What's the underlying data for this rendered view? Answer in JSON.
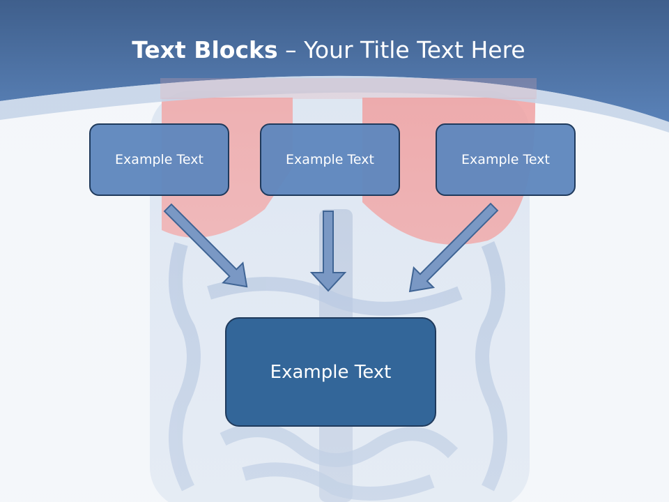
{
  "slide": {
    "title_bold": "Text Blocks",
    "title_separator": " – ",
    "title_rest": "Your Title Text Here"
  },
  "boxes": {
    "left": "Example Text",
    "center": "Example Text",
    "right": "Example Text",
    "main": "Example Text"
  },
  "colors": {
    "header_blue": "#4d73a6",
    "box_blue": "#5f87bd",
    "main_box_blue": "#336699",
    "border_dark": "#1f3a5c",
    "arrow_fill": "#7a98c4"
  }
}
